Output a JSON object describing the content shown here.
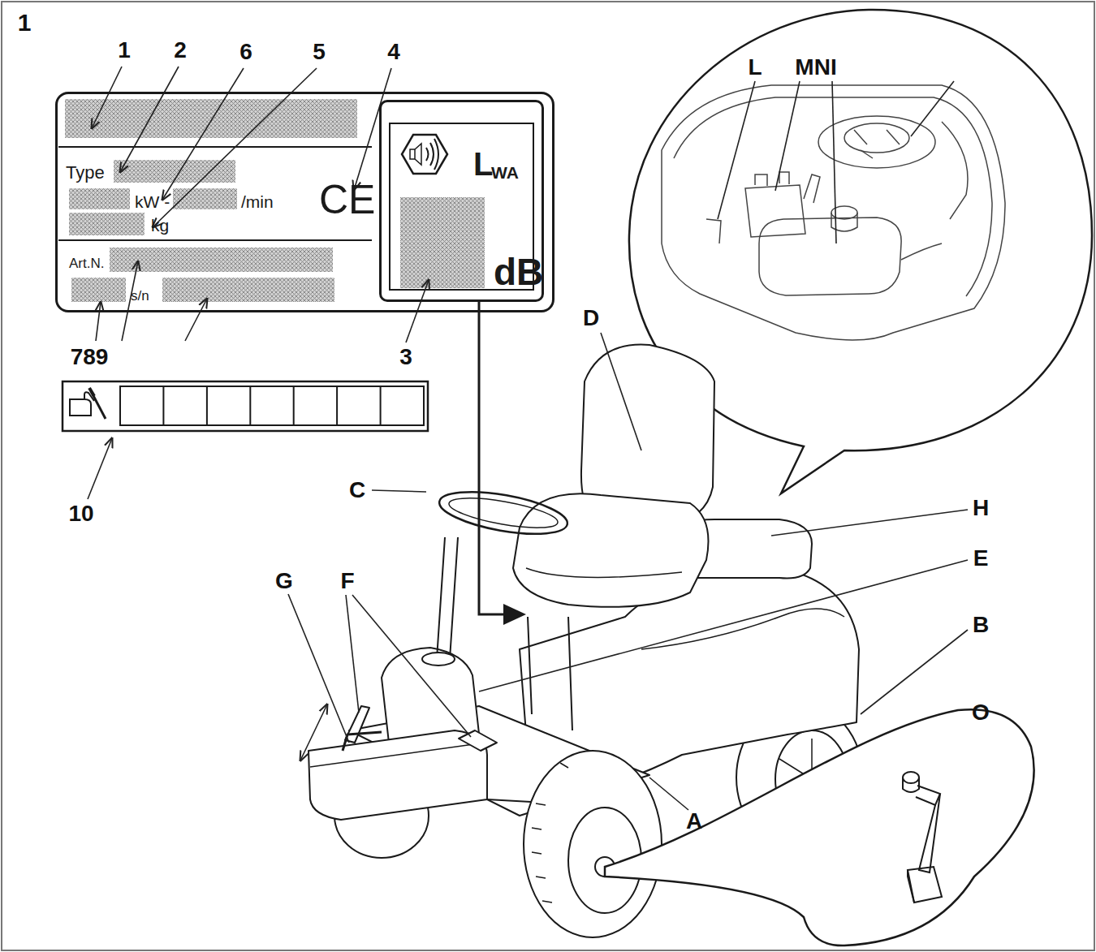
{
  "diagram": {
    "nodes": [
      {
        "text": [
          "Type",
          "kW -",
          "/min",
          "kg",
          "CE",
          "Art.N.",
          "s/n"
        ]
      },
      {
        "text": [
          "L",
          "WA",
          "dB"
        ],
        "in": 0
      }
    ],
    "labels": [
      "1",
      "1",
      "2",
      "6",
      "5",
      "4",
      "789",
      "3",
      "10",
      "D",
      "C",
      "H",
      "E",
      "B",
      "G",
      "F",
      "A",
      "O",
      "L",
      "MNI"
    ]
  }
}
